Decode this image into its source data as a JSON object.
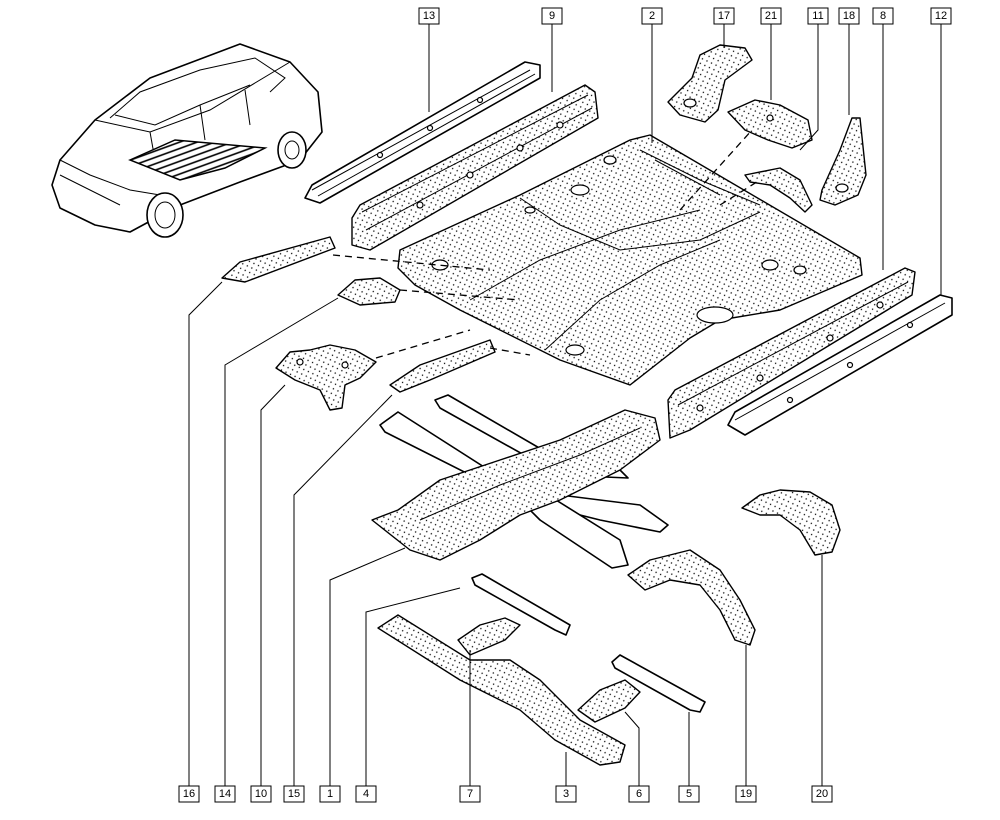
{
  "callouts": [
    {
      "id": "13",
      "label": "13"
    },
    {
      "id": "9",
      "label": "9"
    },
    {
      "id": "2",
      "label": "2"
    },
    {
      "id": "17",
      "label": "17"
    },
    {
      "id": "21",
      "label": "21"
    },
    {
      "id": "11",
      "label": "11"
    },
    {
      "id": "18",
      "label": "18"
    },
    {
      "id": "8",
      "label": "8"
    },
    {
      "id": "12",
      "label": "12"
    },
    {
      "id": "16",
      "label": "16"
    },
    {
      "id": "14",
      "label": "14"
    },
    {
      "id": "10",
      "label": "10"
    },
    {
      "id": "15",
      "label": "15"
    },
    {
      "id": "1",
      "label": "1"
    },
    {
      "id": "4",
      "label": "4"
    },
    {
      "id": "7",
      "label": "7"
    },
    {
      "id": "3",
      "label": "3"
    },
    {
      "id": "6",
      "label": "6"
    },
    {
      "id": "5",
      "label": "5"
    },
    {
      "id": "19",
      "label": "19"
    },
    {
      "id": "20",
      "label": "20"
    }
  ]
}
